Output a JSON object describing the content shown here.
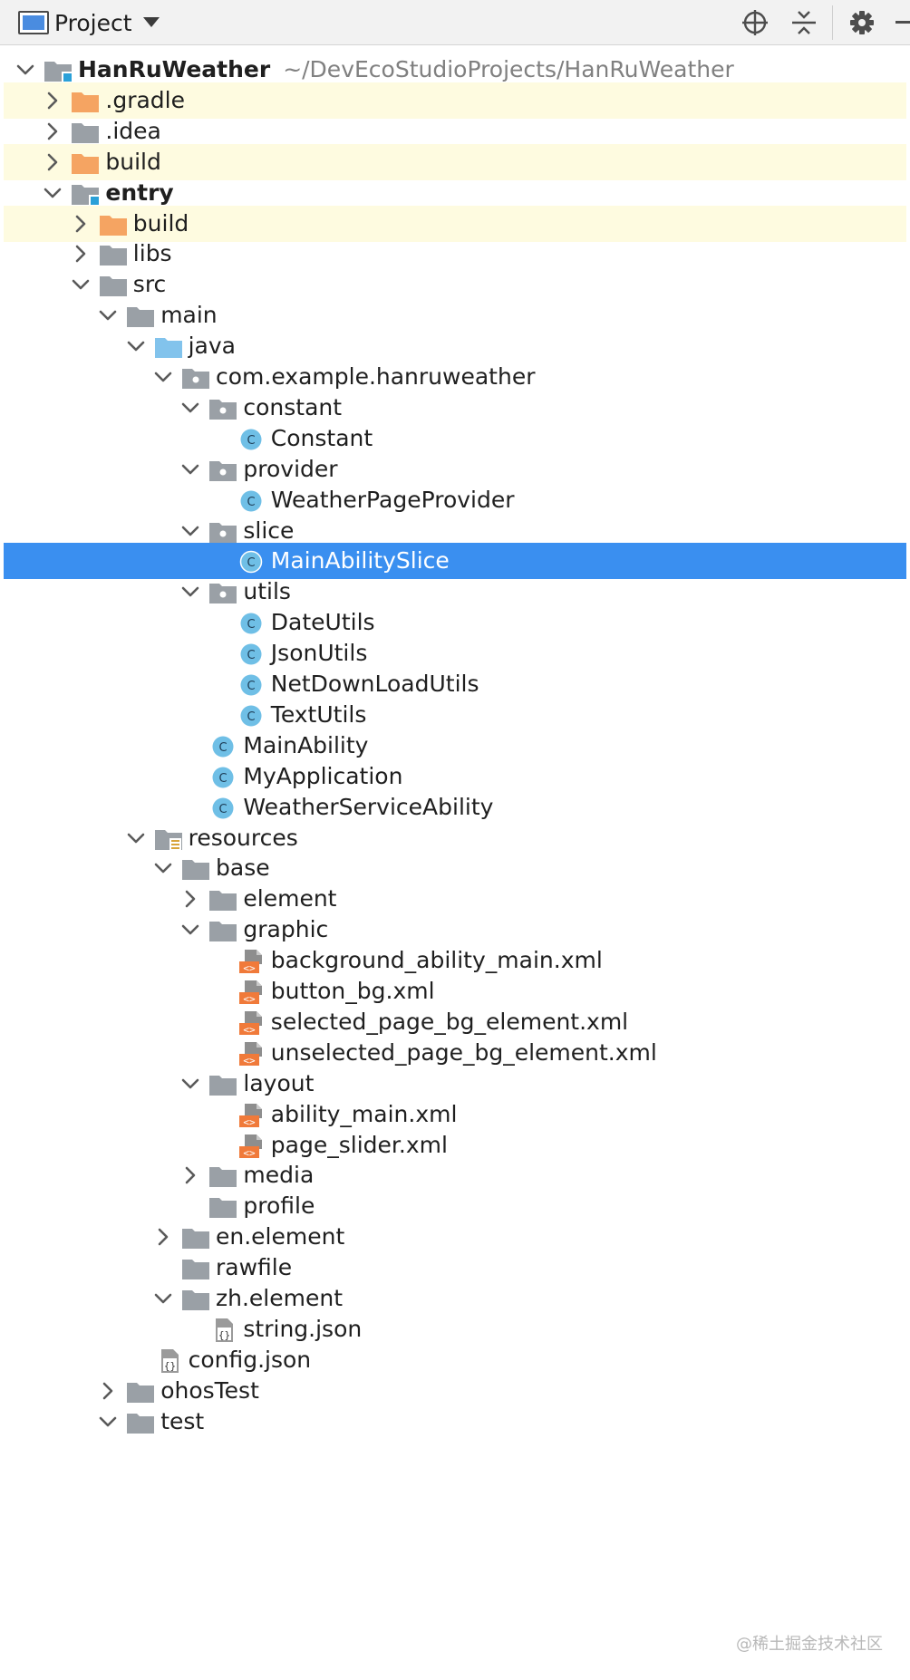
{
  "toolbar": {
    "title": "Project",
    "icons": [
      "project-view-icon",
      "dropdown-caret-icon",
      "locate-target-icon",
      "collapse-all-icon",
      "gear-icon",
      "minimize-icon"
    ]
  },
  "tree": {
    "root": {
      "name": "HanRuWeather",
      "path": "~/DevEcoStudioProjects/HanRuWeather"
    },
    "items": [
      {
        "label": "HanRuWeather"
      },
      {
        "label": ".gradle"
      },
      {
        "label": ".idea"
      },
      {
        "label": "build"
      },
      {
        "label": "entry"
      },
      {
        "label": "build"
      },
      {
        "label": "libs"
      },
      {
        "label": "src"
      },
      {
        "label": "main"
      },
      {
        "label": "java"
      },
      {
        "label": "com.example.hanruweather"
      },
      {
        "label": "constant"
      },
      {
        "label": "Constant"
      },
      {
        "label": "provider"
      },
      {
        "label": "WeatherPageProvider"
      },
      {
        "label": "slice"
      },
      {
        "label": "MainAbilitySlice"
      },
      {
        "label": "utils"
      },
      {
        "label": "DateUtils"
      },
      {
        "label": "JsonUtils"
      },
      {
        "label": "NetDownLoadUtils"
      },
      {
        "label": "TextUtils"
      },
      {
        "label": "MainAbility"
      },
      {
        "label": "MyApplication"
      },
      {
        "label": "WeatherServiceAbility"
      },
      {
        "label": "resources"
      },
      {
        "label": "base"
      },
      {
        "label": "element"
      },
      {
        "label": "graphic"
      },
      {
        "label": "background_ability_main.xml"
      },
      {
        "label": "button_bg.xml"
      },
      {
        "label": "selected_page_bg_element.xml"
      },
      {
        "label": "unselected_page_bg_element.xml"
      },
      {
        "label": "layout"
      },
      {
        "label": "ability_main.xml"
      },
      {
        "label": "page_slider.xml"
      },
      {
        "label": "media"
      },
      {
        "label": "profile"
      },
      {
        "label": "en.element"
      },
      {
        "label": "rawfile"
      },
      {
        "label": "zh.element"
      },
      {
        "label": "string.json"
      },
      {
        "label": "config.json"
      },
      {
        "label": "ohosTest"
      },
      {
        "label": "test"
      }
    ],
    "selected": "MainAbilitySlice"
  },
  "colors": {
    "selection": "#3a8ff0",
    "excluded_highlight": "#fefbe0",
    "excluded_folder": "#f5a462",
    "folder": "#9aa0a6",
    "source_folder": "#82c3ec",
    "class_icon": "#6fbfe6",
    "xml_icon": "#f07a3a"
  },
  "watermark": "@稀土掘金技术社区"
}
